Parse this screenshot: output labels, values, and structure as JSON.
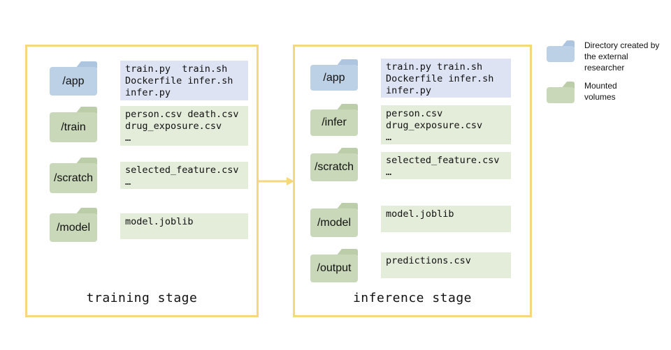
{
  "colors": {
    "stage_border": "#f5d77e",
    "folder_blue": "#bcd0e6",
    "folder_blue_tab": "#aec5df",
    "folder_green": "#c9d8b8",
    "folder_green_tab": "#bccdaa",
    "box_blue": "#dde3f2",
    "box_green": "#e4ecda",
    "arrow": "#f5d77e"
  },
  "training": {
    "label": "training stage",
    "rows": [
      {
        "folder": "/app",
        "color": "blue",
        "files": [
          "train.py  train.sh",
          "Dockerfile infer.sh",
          "infer.py"
        ]
      },
      {
        "folder": "/train",
        "color": "green",
        "files": [
          "person.csv death.csv",
          "drug_exposure.csv",
          "…"
        ]
      },
      {
        "folder": "/scratch",
        "color": "green",
        "files": [
          "selected_feature.csv",
          "…"
        ]
      },
      {
        "folder": "/model",
        "color": "green",
        "files": [
          "model.joblib"
        ]
      }
    ]
  },
  "inference": {
    "label": "inference stage",
    "rows": [
      {
        "folder": "/app",
        "color": "blue",
        "files": [
          "train.py train.sh",
          "Dockerfile infer.sh",
          "infer.py"
        ]
      },
      {
        "folder": "/infer",
        "color": "green",
        "files": [
          "person.csv",
          "drug_exposure.csv",
          "…"
        ]
      },
      {
        "folder": "/scratch",
        "color": "green",
        "files": [
          "selected_feature.csv",
          "…"
        ]
      },
      {
        "folder": "/model",
        "color": "green",
        "files": [
          "model.joblib"
        ]
      },
      {
        "folder": "/output",
        "color": "green",
        "files": [
          "predictions.csv"
        ]
      }
    ]
  },
  "legend": {
    "items": [
      {
        "color": "blue",
        "text": "Directory created by the external researcher"
      },
      {
        "color": "green",
        "text": "Mounted volumes"
      }
    ]
  }
}
